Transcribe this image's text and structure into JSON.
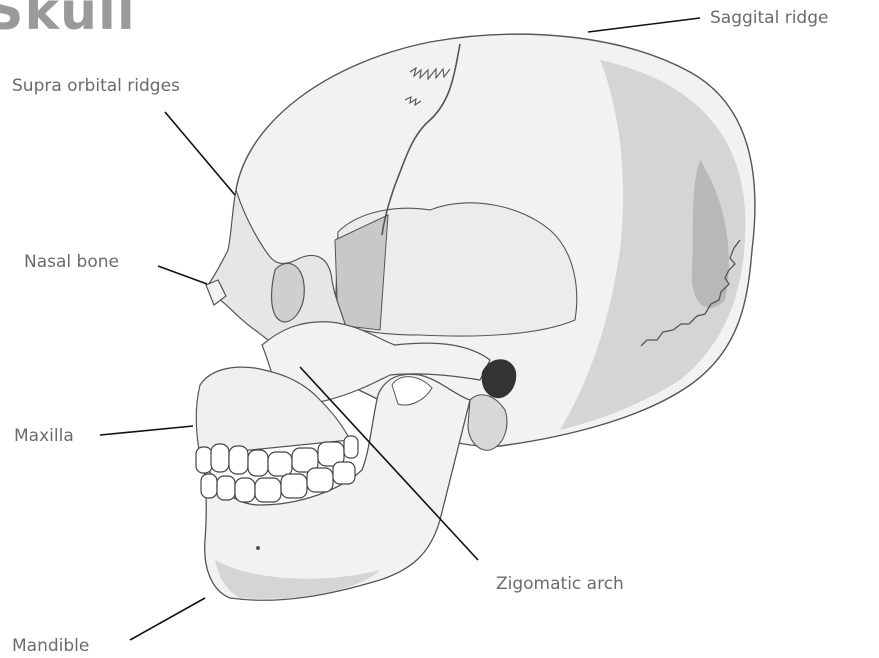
{
  "title": "Skull",
  "labels": {
    "sagittal_ridge": "Saggital ridge",
    "supra_orbital_ridges": "Supra orbital ridges",
    "nasal_bone": "Nasal bone",
    "maxilla": "Maxilla",
    "zygomatic_arch": "Zigomatic arch",
    "mandible": "Mandible"
  },
  "colors": {
    "bone": "#f2f2f2",
    "bone_shadow": "#d5d5d5",
    "bone_deep": "#b8b8b8",
    "outline": "#555555",
    "label_text": "#6b6b6b",
    "title_text": "#9a9a9a"
  }
}
